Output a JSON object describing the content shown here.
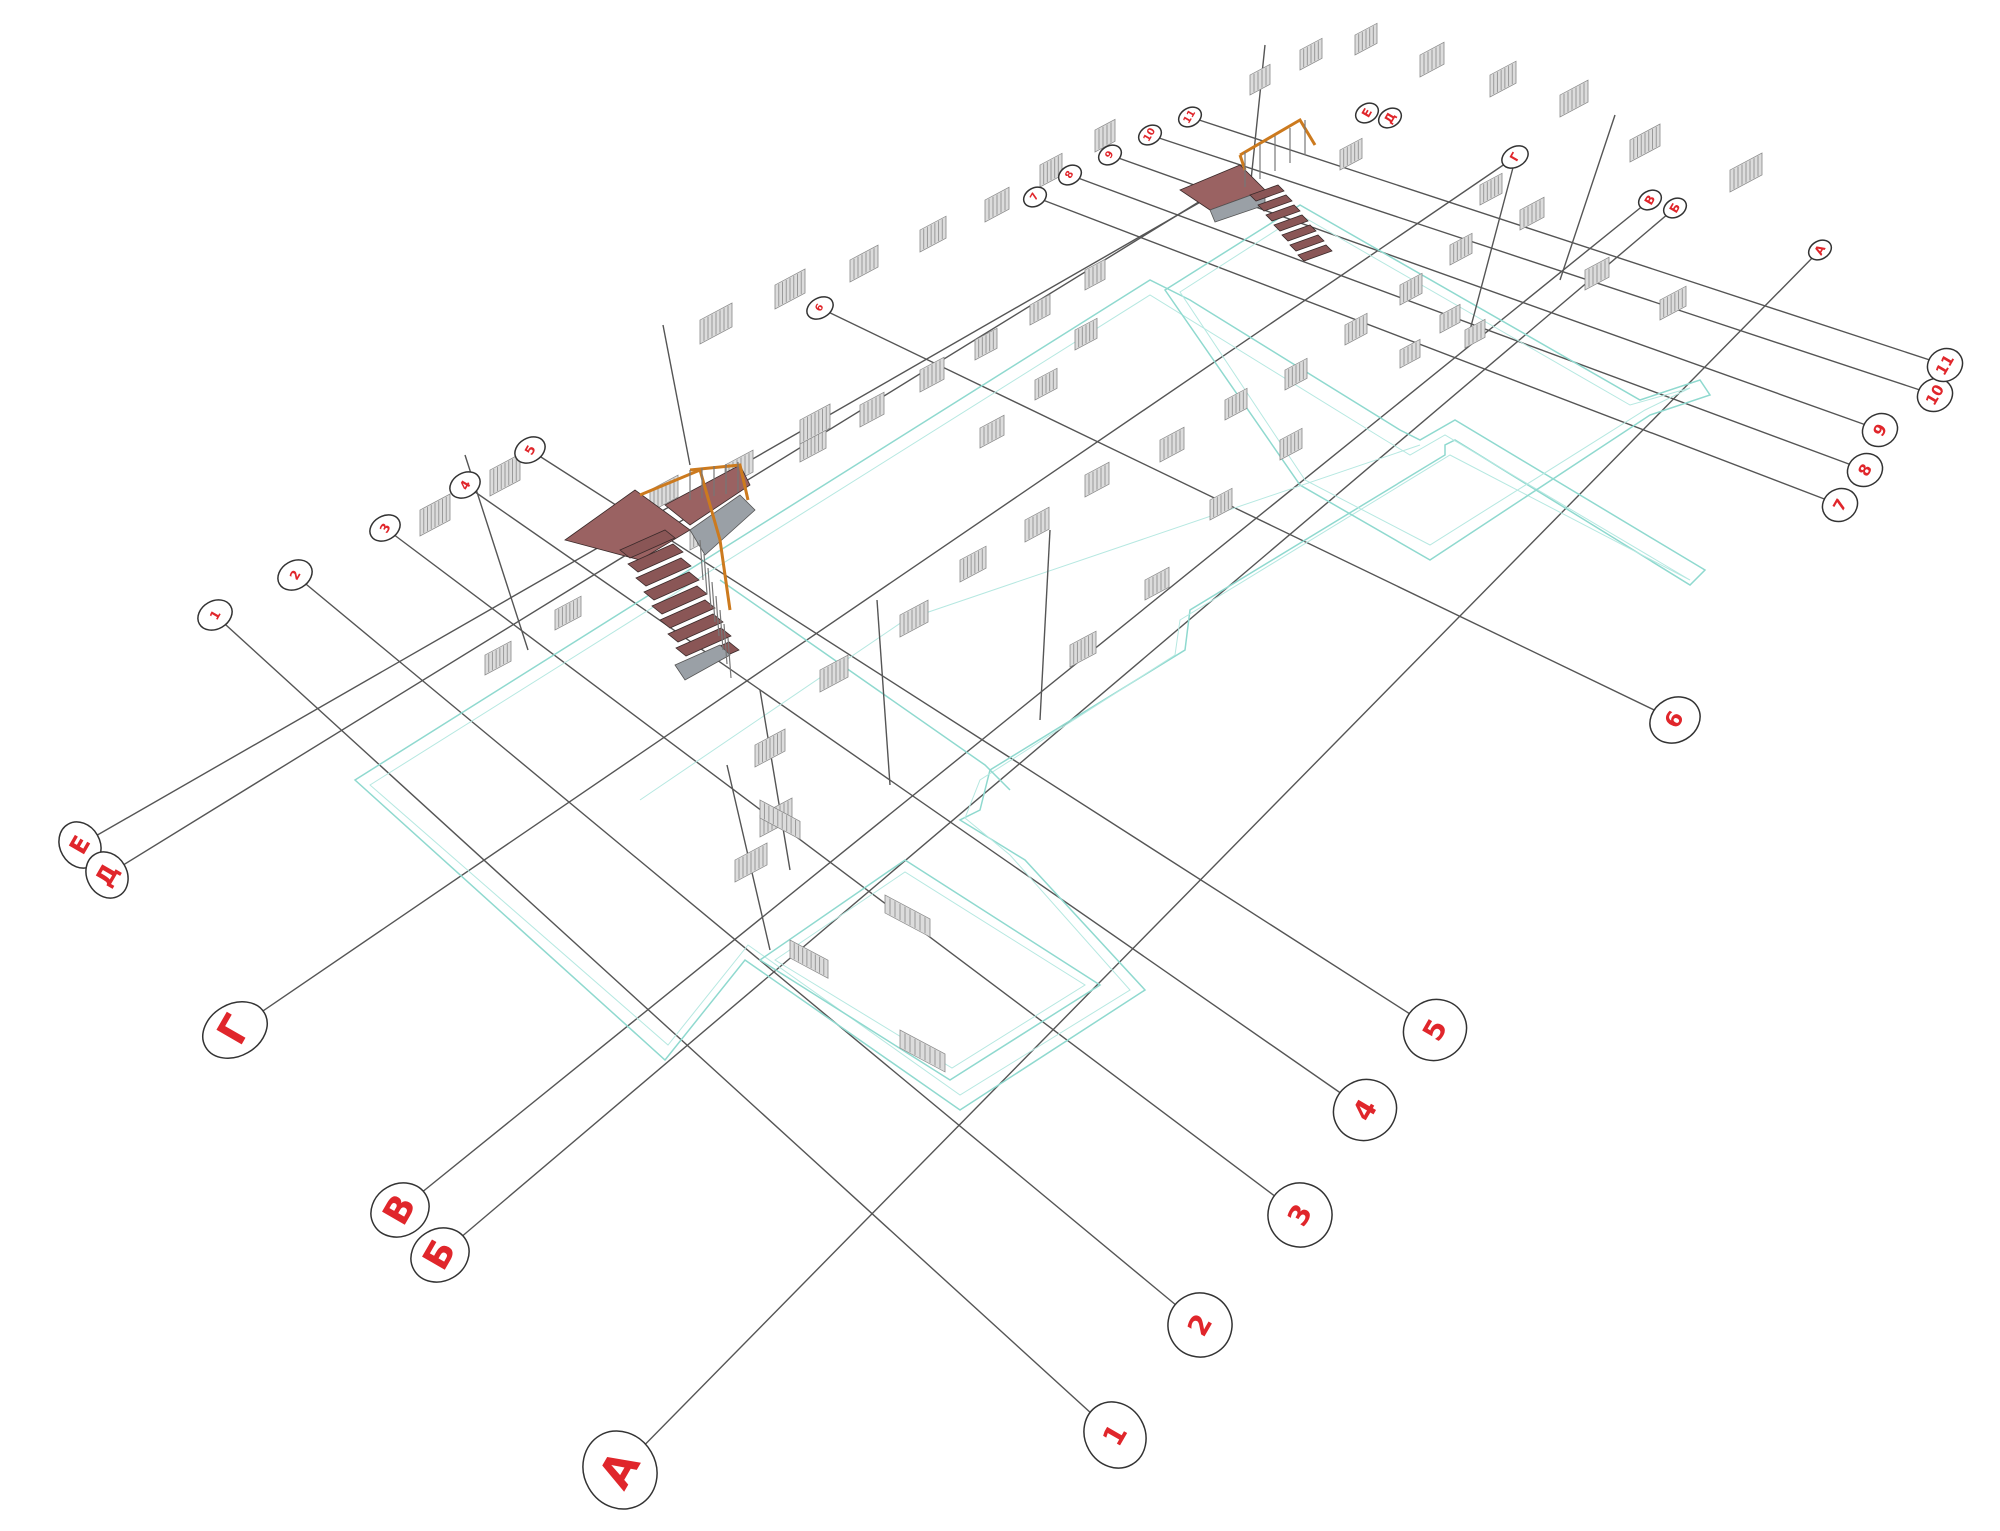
{
  "colors": {
    "label": "#e0262b",
    "axis": "#555555",
    "slab": "#8fd9cf",
    "stair": "#8a5656",
    "railing": "#cc7a1e",
    "radiator": "#dcdcdc"
  },
  "icons": [
    "radiator-icon",
    "staircase-icon"
  ],
  "axes": [
    {
      "id": "A",
      "label": "А"
    },
    {
      "id": "B",
      "label": "Б"
    },
    {
      "id": "V",
      "label": "В"
    },
    {
      "id": "G",
      "label": "Г"
    },
    {
      "id": "D",
      "label": "Д"
    },
    {
      "id": "E",
      "label": "Е"
    },
    {
      "id": "1",
      "label": "1"
    },
    {
      "id": "2",
      "label": "2"
    },
    {
      "id": "3",
      "label": "3"
    },
    {
      "id": "4",
      "label": "4"
    },
    {
      "id": "5",
      "label": "5"
    },
    {
      "id": "6",
      "label": "6"
    },
    {
      "id": "7",
      "label": "7"
    },
    {
      "id": "8",
      "label": "8"
    },
    {
      "id": "9",
      "label": "9"
    },
    {
      "id": "10",
      "label": "10"
    },
    {
      "id": "11",
      "label": "11"
    }
  ]
}
